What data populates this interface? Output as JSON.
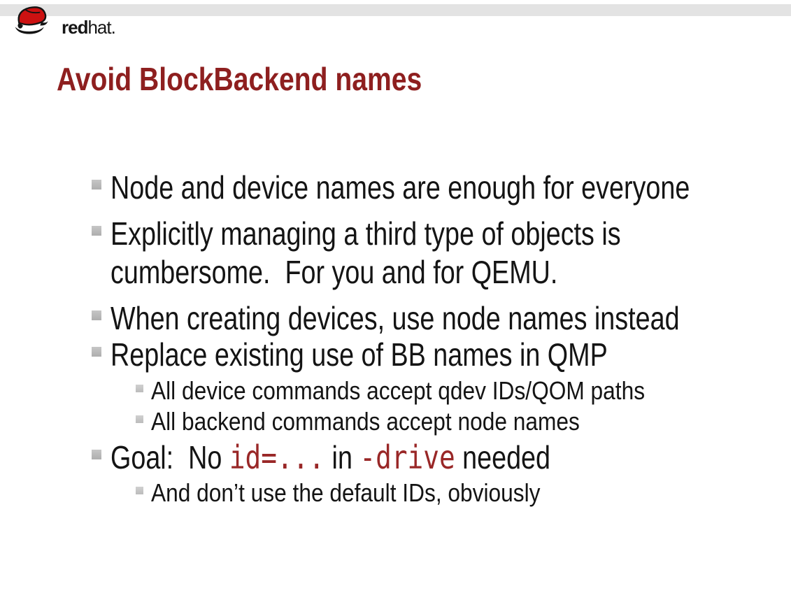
{
  "logo": {
    "brand_bold": "red",
    "brand_light": "hat."
  },
  "title": "Avoid BlockBackend names",
  "bullets": [
    {
      "level": 1,
      "text": "Node and device names are enough for everyone"
    },
    {
      "level": 1,
      "text": "Explicitly managing a third type of objects is",
      "text_cont": "cumbersome.  For you and for QEMU."
    },
    {
      "level": 1,
      "text": "When creating devices, use node names instead"
    },
    {
      "level": 1,
      "text": "Replace existing use of BB names in QMP"
    },
    {
      "level": 2,
      "text": "All device commands accept qdev IDs/QOM paths"
    },
    {
      "level": 2,
      "text": "All backend commands accept node names"
    },
    {
      "level": 1,
      "rich": {
        "prefix": "Goal:  No ",
        "code1": "id=...",
        "middle": " in ",
        "code2": "-drive",
        "suffix": " needed"
      }
    },
    {
      "level": 2,
      "text": "And don’t use the default IDs, obviously"
    }
  ],
  "colors": {
    "title_red": "#8e1f1f",
    "code_red": "#992727",
    "hat_red": "#cc1111",
    "band_gray": "#e3e3e3",
    "bullet_gray": "#b5b5b5",
    "text_black": "#141414"
  }
}
